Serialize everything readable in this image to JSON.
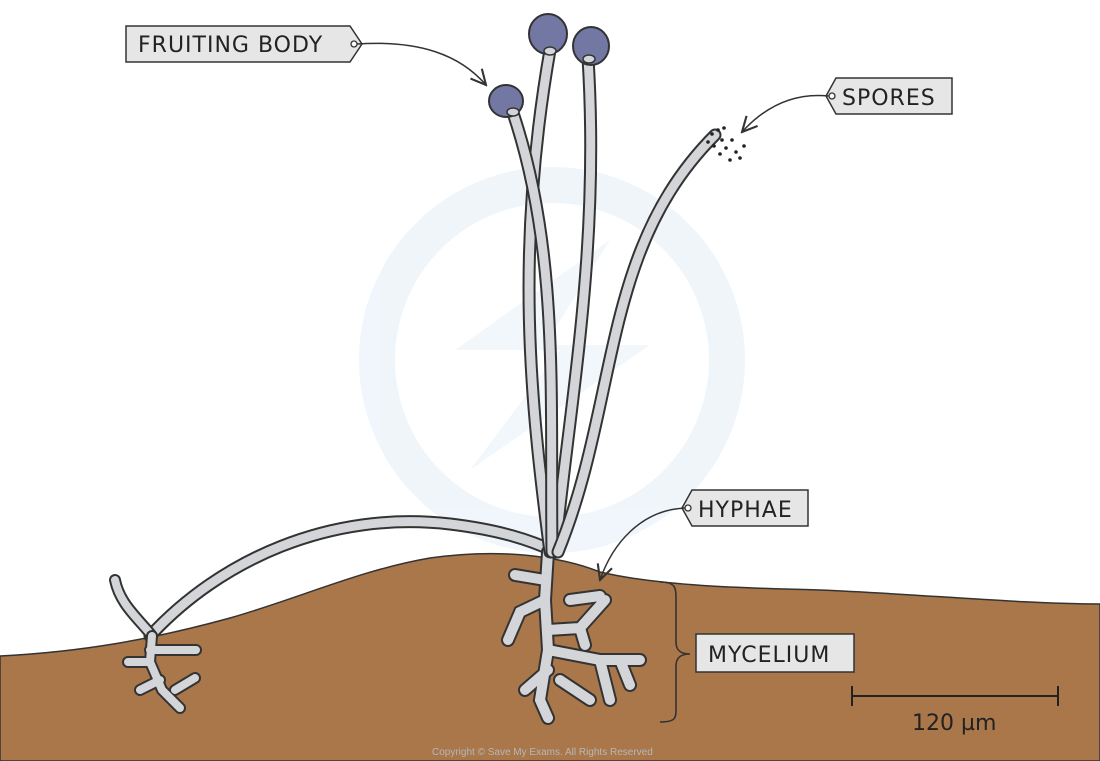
{
  "labels": {
    "fruiting_body": "FRUITING BODY",
    "spores": "SPORES",
    "hyphae": "HYPHAE",
    "mycelium": "MYCELIUM"
  },
  "scale_bar": {
    "label": "120 µm"
  },
  "copyright": "Copyright © Save My Exams. All Rights Reserved",
  "colors": {
    "soil": "#a9774a",
    "hyphae": "#d3d5d8",
    "outline": "#333333",
    "sporangium": "#7278a3",
    "label_box": "#e6e6e6",
    "watermark": "#e4eef7"
  },
  "icons": [
    "watermark-logo-icon",
    "spore-dots-icon"
  ]
}
